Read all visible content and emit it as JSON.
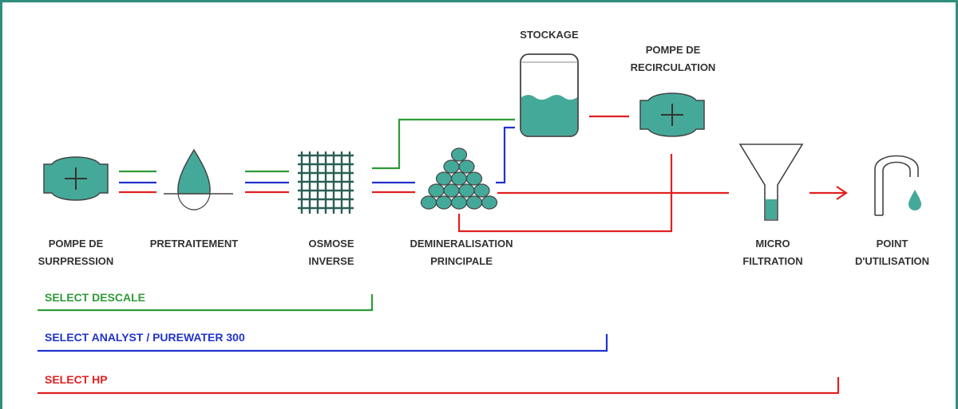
{
  "colors": {
    "frame": "#2f8f7c",
    "equipment": "#45a99a",
    "outline": "#444444",
    "descale": "#2e9a38",
    "analyst": "#2233cc",
    "hp": "#e02020"
  },
  "stages": {
    "pompe_surpression": [
      "POMPE DE",
      "SURPRESSION"
    ],
    "pretraitement": [
      "PRETRAITEMENT"
    ],
    "osmose_inverse": [
      "OSMOSE",
      "INVERSE"
    ],
    "demineralisation": [
      "DEMINERALISATION",
      "PRINCIPALE"
    ],
    "stockage": [
      "STOCKAGE"
    ],
    "pompe_recirculation": [
      "POMPE DE",
      "RECIRCULATION"
    ],
    "micro_filtration": [
      "MICRO",
      "FILTRATION"
    ],
    "point_utilisation": [
      "POINT",
      "D'UTILISATION"
    ]
  },
  "legend": {
    "descale": "SELECT DESCALE",
    "analyst": "SELECT ANALYST / PUREWATER 300",
    "hp": "SELECT HP"
  }
}
